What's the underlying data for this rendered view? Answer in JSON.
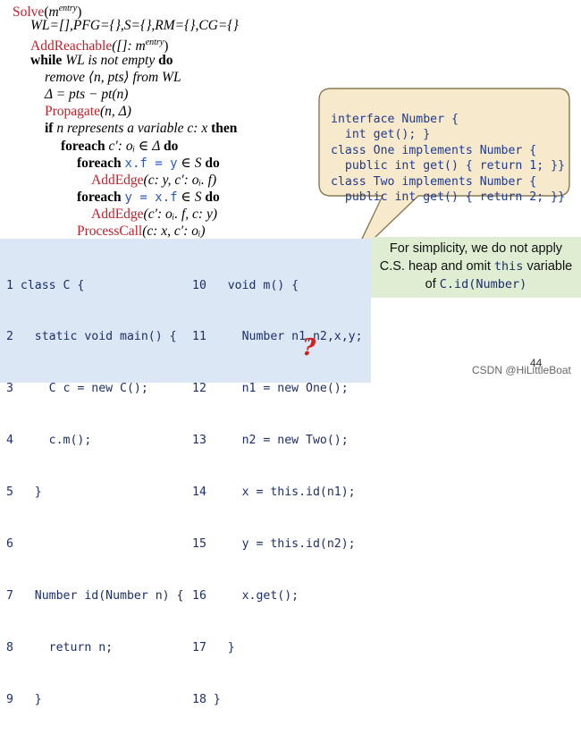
{
  "algorithm": {
    "l1_fn": "Solve",
    "l1_arg": "m",
    "l1_sup": "entry",
    "l2": "WL=[],PFG={},S={},RM={},CG={}",
    "l3_fn": "AddReachable",
    "l3_arg": "([]: m",
    "l3_sup": "entry",
    "l4_kw": "while",
    "l4_rest": " WL is not empty ",
    "l4_do": "do",
    "l5": "remove ⟨n, pts⟩ from WL",
    "l6": "Δ = pts − pt(n)",
    "l7_fn": "Propagate",
    "l7_rest": "(n, Δ)",
    "l8_kw": "if",
    "l8_rest": " n represents a variable c: x ",
    "l8_then": "then",
    "l9_kw": "foreach",
    "l9_rest": " c′: oᵢ ∈ Δ ",
    "l9_do": "do",
    "l10_kw": "foreach",
    "l10_code": "x.f = y",
    "l10_rest": " ∈ S ",
    "l10_do": "do",
    "l11_fn": "AddEdge",
    "l11_rest": "(c: y, c′: oᵢ. f)",
    "l12_kw": "foreach",
    "l12_code": "y = x.f",
    "l12_rest": " ∈ S ",
    "l12_do": "do",
    "l13_fn": "AddEdge",
    "l13_rest": "(c′: oᵢ. f, c: y)",
    "l14_fn": "ProcessCall",
    "l14_rest": "(c: x, c′: oᵢ)"
  },
  "callout": {
    "line1": "interface Number {",
    "line2": "  int get(); }",
    "line3": "class One implements Number {",
    "line4": "  public int get() { return 1; }}",
    "line5": "class Two implements Number {",
    "line6": "  public int get() { return 2; }}"
  },
  "code_left": [
    "1 class C {",
    "2   static void main() {",
    "3     C c = new C();",
    "4     c.m();",
    "5   }",
    "6",
    "7   Number id(Number n) {",
    "8     return n;",
    "9   }"
  ],
  "code_right": [
    "10   void m() {",
    "11     Number n1,n2,x,y;",
    "12     n1 = new One();",
    "13     n2 = new Two();",
    "14     x = this.id(n1);",
    "15     y = this.id(n2);",
    "16     x.get();",
    "17   }",
    "18 }"
  ],
  "note": {
    "line1": "For simplicity, we do not apply",
    "line2_a": "C.S. heap and omit ",
    "line2_code": "this",
    "line2_b": " variable",
    "line3_a": "of ",
    "line3_code": "C.id(Number)"
  },
  "question_mark": "?",
  "slide_number": "44",
  "watermark": "CSDN @HiLittleBoat"
}
